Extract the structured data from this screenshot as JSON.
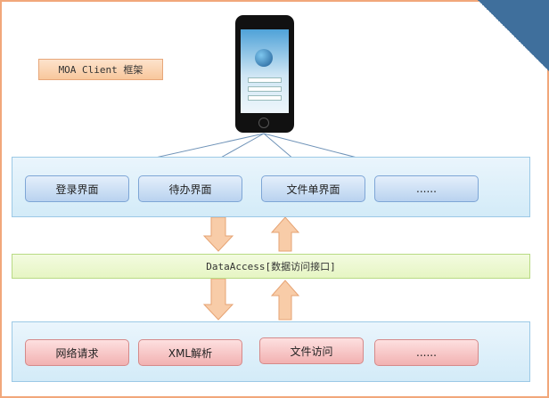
{
  "title": "MOA Client 框架",
  "data_access": "DataAccess[数据访问接口]",
  "ui_layer": [
    "登录界面",
    "待办界面",
    "文件单界面",
    "......"
  ],
  "service_layer": [
    "网络请求",
    "XML解析",
    "文件访问",
    "......"
  ],
  "colors": {
    "frame": "#f1a77a",
    "ui_layer_bg": "#d3ebf8",
    "data_access_bg": "#e6f5c3",
    "blue_button": "#b9d2ef",
    "red_button": "#f2b1b1",
    "arrow": "#f8c9a3"
  }
}
